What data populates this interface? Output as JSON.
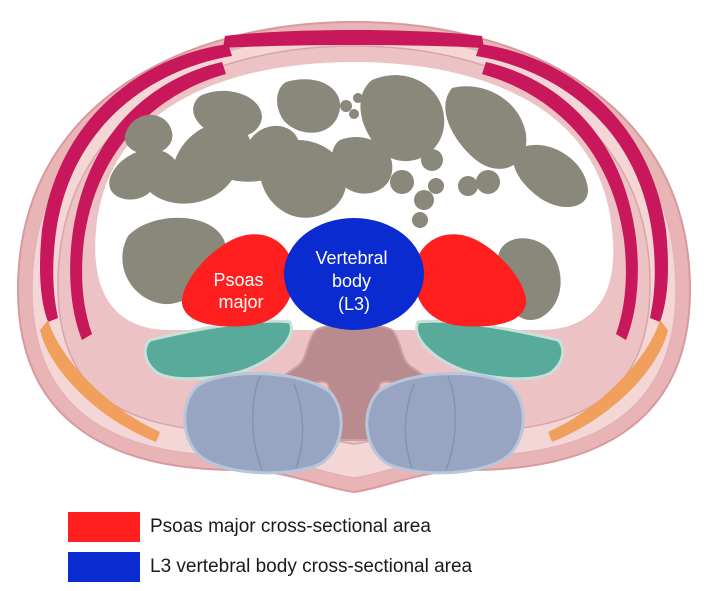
{
  "labels": {
    "psoas": [
      "Psoas",
      "major"
    ],
    "vertebral": [
      "Vertebral",
      "body",
      "(L3)"
    ]
  },
  "legend": [
    {
      "color": "#ff1f1f",
      "text": "Psoas major cross-sectional area"
    },
    {
      "color": "#0a2bd0",
      "text": "L3 vertebral body cross-sectional area"
    }
  ],
  "colors": {
    "skin": "#e9b4b6",
    "fat": "#f4d6d6",
    "abdominal_muscle": "#c8175a",
    "orange_muscle": "#f0a05c",
    "bowel": "#8a887b",
    "psoas": "#ff1f1f",
    "vertebra": "#0a2bd0",
    "quadratus": "#58aa9a",
    "paraspinal": "#98a5c2",
    "spine_bone": "#b98a8e"
  }
}
